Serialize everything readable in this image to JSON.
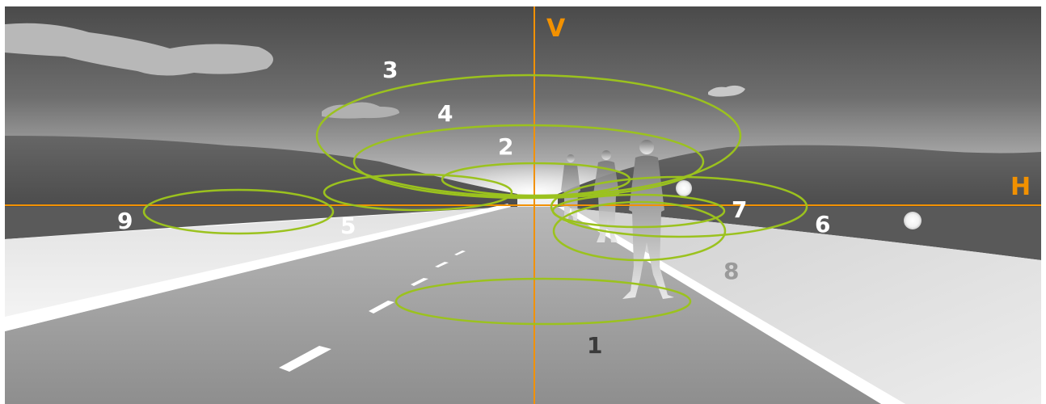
{
  "axes": {
    "vertical_label": "V",
    "horizontal_label": "H",
    "color": "#f29100"
  },
  "zones": [
    {
      "label": "1",
      "color": "#3a3a3a"
    },
    {
      "label": "2",
      "color": "#ffffff"
    },
    {
      "label": "3",
      "color": "#ffffff"
    },
    {
      "label": "4",
      "color": "#ffffff"
    },
    {
      "label": "5",
      "color": "#ffffff"
    },
    {
      "label": "6",
      "color": "#ffffff"
    },
    {
      "label": "7",
      "color": "#ffffff"
    },
    {
      "label": "8",
      "color": "#9a9a9a"
    },
    {
      "label": "9",
      "color": "#ffffff"
    }
  ],
  "ellipse_color": "#9bc21e",
  "icons": [
    "cloud-icon",
    "person-icon",
    "light-dot-icon"
  ]
}
